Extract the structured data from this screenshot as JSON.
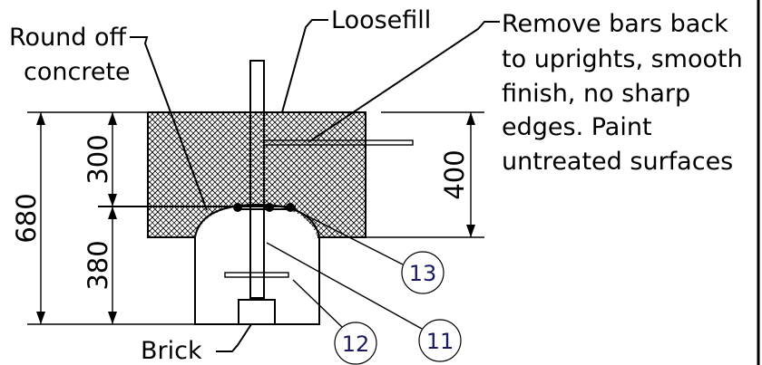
{
  "labels": {
    "round_off_line1": "Round off",
    "round_off_line2": "concrete",
    "loosefill": "Loosefill",
    "remove_line1": "Remove bars back",
    "remove_line2": "to uprights, smooth",
    "remove_line3": "finish, no sharp",
    "remove_line4": "edges. Paint",
    "remove_line5": "untreated surfaces",
    "brick": "Brick"
  },
  "dimensions": {
    "total": "680",
    "upper": "300",
    "lower": "380",
    "right": "400"
  },
  "references": {
    "ref_13": "13",
    "ref_12": "12",
    "ref_11": "11"
  },
  "colors": {
    "line": "#000000",
    "ref_text": "#1a1a5e",
    "background": "#ffffff"
  }
}
